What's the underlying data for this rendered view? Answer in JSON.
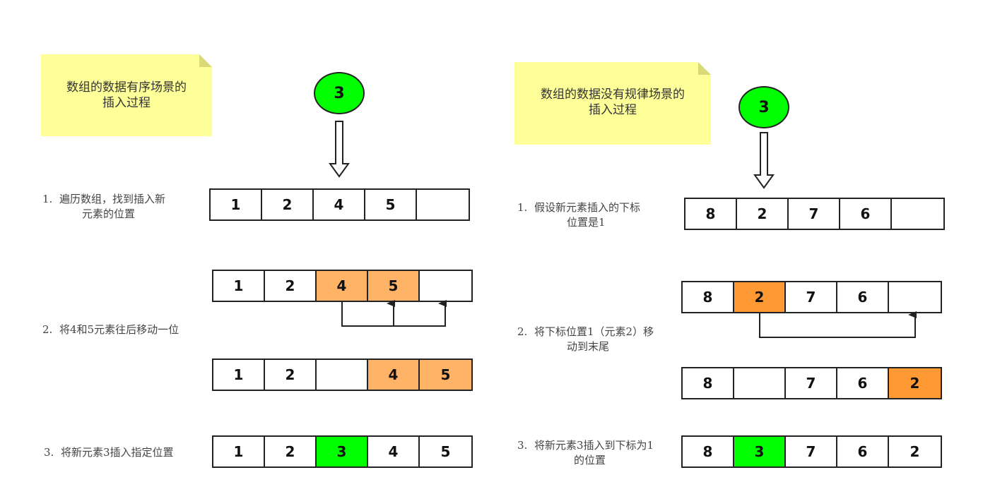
{
  "left": {
    "note": [
      "数组的数据有序场景的",
      "插入过程"
    ],
    "new_element": "3",
    "steps": [
      {
        "num": "1.",
        "lines": [
          "遍历数组，找到插入新",
          "元素的位置"
        ]
      },
      {
        "num": "2.",
        "lines": [
          "将4和5元素往后移动一位"
        ]
      },
      {
        "num": "3.",
        "lines": [
          "将新元素3插入指定位置"
        ]
      }
    ],
    "rows": [
      {
        "cells": [
          "1",
          "2",
          "4",
          "5",
          ""
        ],
        "fills": [
          "white",
          "white",
          "white",
          "white",
          "white"
        ]
      },
      {
        "cells": [
          "1",
          "2",
          "4",
          "5",
          ""
        ],
        "fills": [
          "white",
          "white",
          "orange-light",
          "orange-light",
          "white"
        ]
      },
      {
        "cells": [
          "1",
          "2",
          "",
          "4",
          "5"
        ],
        "fills": [
          "white",
          "white",
          "white",
          "orange-light",
          "orange-light"
        ]
      },
      {
        "cells": [
          "1",
          "2",
          "3",
          "4",
          "5"
        ],
        "fills": [
          "white",
          "white",
          "green",
          "white",
          "white"
        ]
      }
    ]
  },
  "right": {
    "note": [
      "数组的数据没有规律场景的",
      "插入过程"
    ],
    "new_element": "3",
    "steps": [
      {
        "num": "1.",
        "lines": [
          "假设新元素插入的下标",
          "位置是1"
        ]
      },
      {
        "num": "2.",
        "lines": [
          "将下标位置1（元素2）移",
          "动到末尾"
        ]
      },
      {
        "num": "3.",
        "lines": [
          "将新元素3插入到下标为1",
          "的位置"
        ]
      }
    ],
    "rows": [
      {
        "cells": [
          "8",
          "2",
          "7",
          "6",
          ""
        ],
        "fills": [
          "white",
          "white",
          "white",
          "white",
          "white"
        ]
      },
      {
        "cells": [
          "8",
          "2",
          "7",
          "6",
          ""
        ],
        "fills": [
          "white",
          "orange",
          "white",
          "white",
          "white"
        ]
      },
      {
        "cells": [
          "8",
          "",
          "7",
          "6",
          "2"
        ],
        "fills": [
          "white",
          "white",
          "white",
          "white",
          "orange"
        ]
      },
      {
        "cells": [
          "8",
          "3",
          "7",
          "6",
          "2"
        ],
        "fills": [
          "white",
          "green",
          "white",
          "white",
          "white"
        ]
      }
    ]
  },
  "colors": {
    "white": "#ffffff",
    "orange-light": "#ffb366",
    "orange": "#ff9933",
    "green": "#00ff00",
    "note": "#ffff99"
  }
}
